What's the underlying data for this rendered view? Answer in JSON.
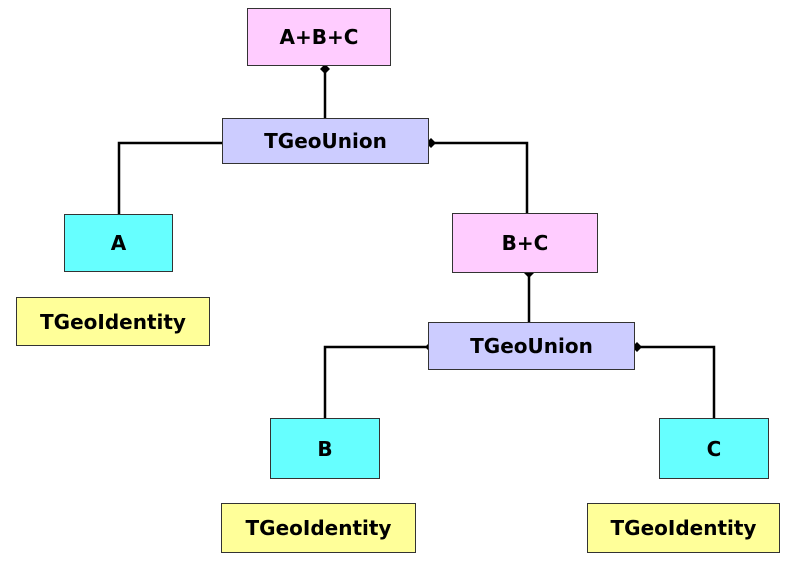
{
  "colors": {
    "composite": "#ffccff",
    "operation": "#ccccff",
    "shape": "#66ffff",
    "matrix": "#ffff99",
    "line": "#000000"
  },
  "nodes": {
    "root": "A+B+C",
    "union_top": "TGeoUnion",
    "a": "A",
    "matrix_a": "TGeoIdentity",
    "bc": "B+C",
    "union_bottom": "TGeoUnion",
    "b": "B",
    "c": "C",
    "matrix_b": "TGeoIdentity",
    "matrix_c": "TGeoIdentity"
  }
}
